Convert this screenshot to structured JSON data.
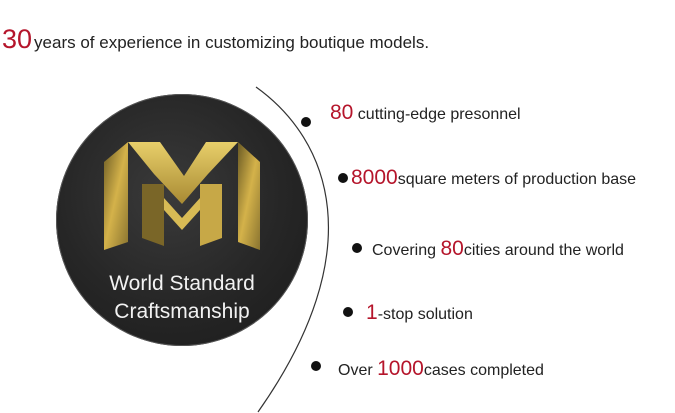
{
  "headline": {
    "number": "30",
    "text": "years of experience in customizing boutique models."
  },
  "badge": {
    "line1": "World Standard",
    "line2": "Craftsmanship"
  },
  "items": [
    {
      "pre": "",
      "number": "80",
      "post": " cutting-edge presonnel"
    },
    {
      "pre": "",
      "number": "8000",
      "post": "square meters of production base"
    },
    {
      "pre": "Covering ",
      "number": "80",
      "post": "cities around the world"
    },
    {
      "pre": "",
      "number": "1",
      "post": "-stop solution"
    },
    {
      "pre": "Over ",
      "number": "1000",
      "post": "cases completed"
    }
  ],
  "colors": {
    "accent": "#b5152b",
    "badge": "#262626",
    "logo_gold": "#c9a645"
  },
  "icons": {
    "logo": "gold-m-monogram"
  }
}
